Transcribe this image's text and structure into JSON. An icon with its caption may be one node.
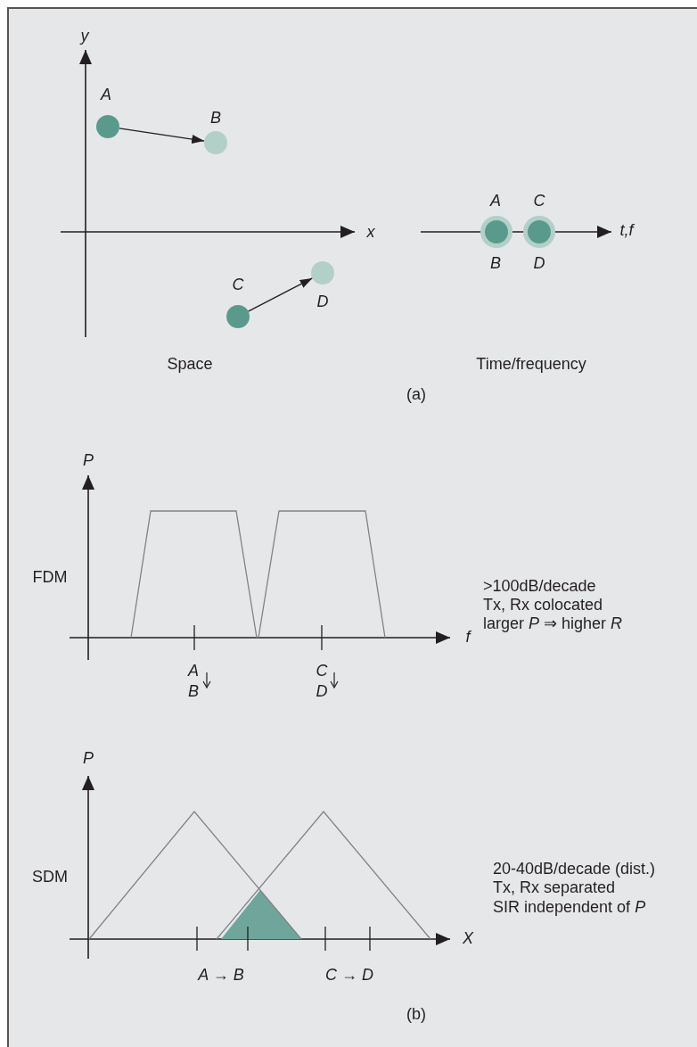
{
  "diagram": {
    "nodes": [
      {
        "text": [
          "A"
        ]
      },
      {
        "text": [
          "B"
        ]
      },
      {
        "text": [
          "C"
        ]
      },
      {
        "text": [
          "D"
        ]
      },
      {
        "text": [
          "A",
          "B"
        ]
      },
      {
        "text": [
          "C",
          "D"
        ]
      }
    ],
    "edges": [
      {
        "from": 0,
        "to": 1,
        "arrow": "to"
      },
      {
        "from": 2,
        "to": 3,
        "arrow": "to"
      }
    ],
    "labels": [
      "y",
      "x",
      "t,f",
      "Space",
      "Time/frequency",
      "(a)",
      "P",
      "FDM",
      ">100dB/decade",
      "Tx, Rx colocated",
      "larger *P* ⇒ higher *R*",
      "f",
      "A",
      "C",
      "B",
      "D",
      "P",
      "SDM",
      "20-40dB/decade (dist.)",
      "Tx, Rx separated",
      "SIR independent of *P*",
      "X",
      "A → B",
      "C → D",
      "(b)"
    ]
  }
}
